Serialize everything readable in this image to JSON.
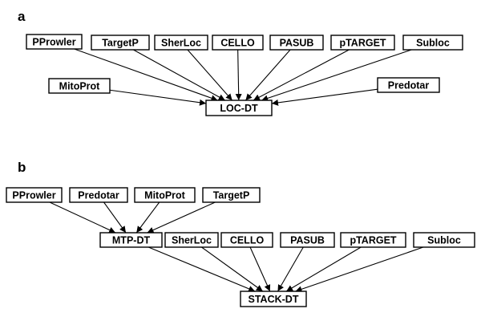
{
  "panels": [
    {
      "label": "a",
      "nodes": [
        {
          "id": "a_pprowler",
          "text": "PProwler"
        },
        {
          "id": "a_targetp",
          "text": "TargetP"
        },
        {
          "id": "a_sherloc",
          "text": "SherLoc"
        },
        {
          "id": "a_cello",
          "text": "CELLO"
        },
        {
          "id": "a_pasub",
          "text": "PASUB"
        },
        {
          "id": "a_ptarget",
          "text": "pTARGET"
        },
        {
          "id": "a_subloc",
          "text": "Subloc"
        },
        {
          "id": "a_mitoprot",
          "text": "MitoProt"
        },
        {
          "id": "a_predotar",
          "text": "Predotar"
        },
        {
          "id": "a_locdt",
          "text": "LOC-DT"
        }
      ],
      "edges": [
        {
          "from": "a_pprowler",
          "to": "a_locdt"
        },
        {
          "from": "a_targetp",
          "to": "a_locdt"
        },
        {
          "from": "a_sherloc",
          "to": "a_locdt"
        },
        {
          "from": "a_cello",
          "to": "a_locdt"
        },
        {
          "from": "a_pasub",
          "to": "a_locdt"
        },
        {
          "from": "a_ptarget",
          "to": "a_locdt"
        },
        {
          "from": "a_subloc",
          "to": "a_locdt"
        },
        {
          "from": "a_mitoprot",
          "to": "a_locdt"
        },
        {
          "from": "a_predotar",
          "to": "a_locdt"
        }
      ]
    },
    {
      "label": "b",
      "nodes": [
        {
          "id": "b_pprowler",
          "text": "PProwler"
        },
        {
          "id": "b_predotar",
          "text": "Predotar"
        },
        {
          "id": "b_mitoprot",
          "text": "MitoProt"
        },
        {
          "id": "b_targetp",
          "text": "TargetP"
        },
        {
          "id": "b_mtpdt",
          "text": "MTP-DT"
        },
        {
          "id": "b_sherloc",
          "text": "SherLoc"
        },
        {
          "id": "b_cello",
          "text": "CELLO"
        },
        {
          "id": "b_pasub",
          "text": "PASUB"
        },
        {
          "id": "b_ptarget",
          "text": "pTARGET"
        },
        {
          "id": "b_subloc",
          "text": "Subloc"
        },
        {
          "id": "b_stackdt",
          "text": "STACK-DT"
        }
      ],
      "edges": [
        {
          "from": "b_pprowler",
          "to": "b_mtpdt"
        },
        {
          "from": "b_predotar",
          "to": "b_mtpdt"
        },
        {
          "from": "b_mitoprot",
          "to": "b_mtpdt"
        },
        {
          "from": "b_targetp",
          "to": "b_mtpdt"
        },
        {
          "from": "b_mtpdt",
          "to": "b_stackdt"
        },
        {
          "from": "b_sherloc",
          "to": "b_stackdt"
        },
        {
          "from": "b_cello",
          "to": "b_stackdt"
        },
        {
          "from": "b_pasub",
          "to": "b_stackdt"
        },
        {
          "from": "b_ptarget",
          "to": "b_stackdt"
        },
        {
          "from": "b_subloc",
          "to": "b_stackdt"
        }
      ]
    }
  ]
}
